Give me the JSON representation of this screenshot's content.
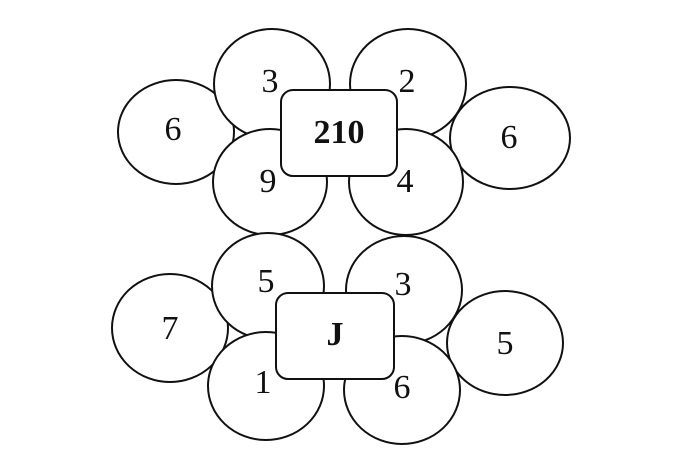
{
  "puzzles": [
    {
      "center": "210",
      "outer_left": "6",
      "top_left": "3",
      "top_right": "2",
      "bottom_left": "9",
      "bottom_right": "4",
      "outer_right": "6"
    },
    {
      "center": "J",
      "outer_left": "7",
      "top_left": "5",
      "top_right": "3",
      "bottom_left": "1",
      "bottom_right": "6",
      "outer_right": "5"
    }
  ]
}
